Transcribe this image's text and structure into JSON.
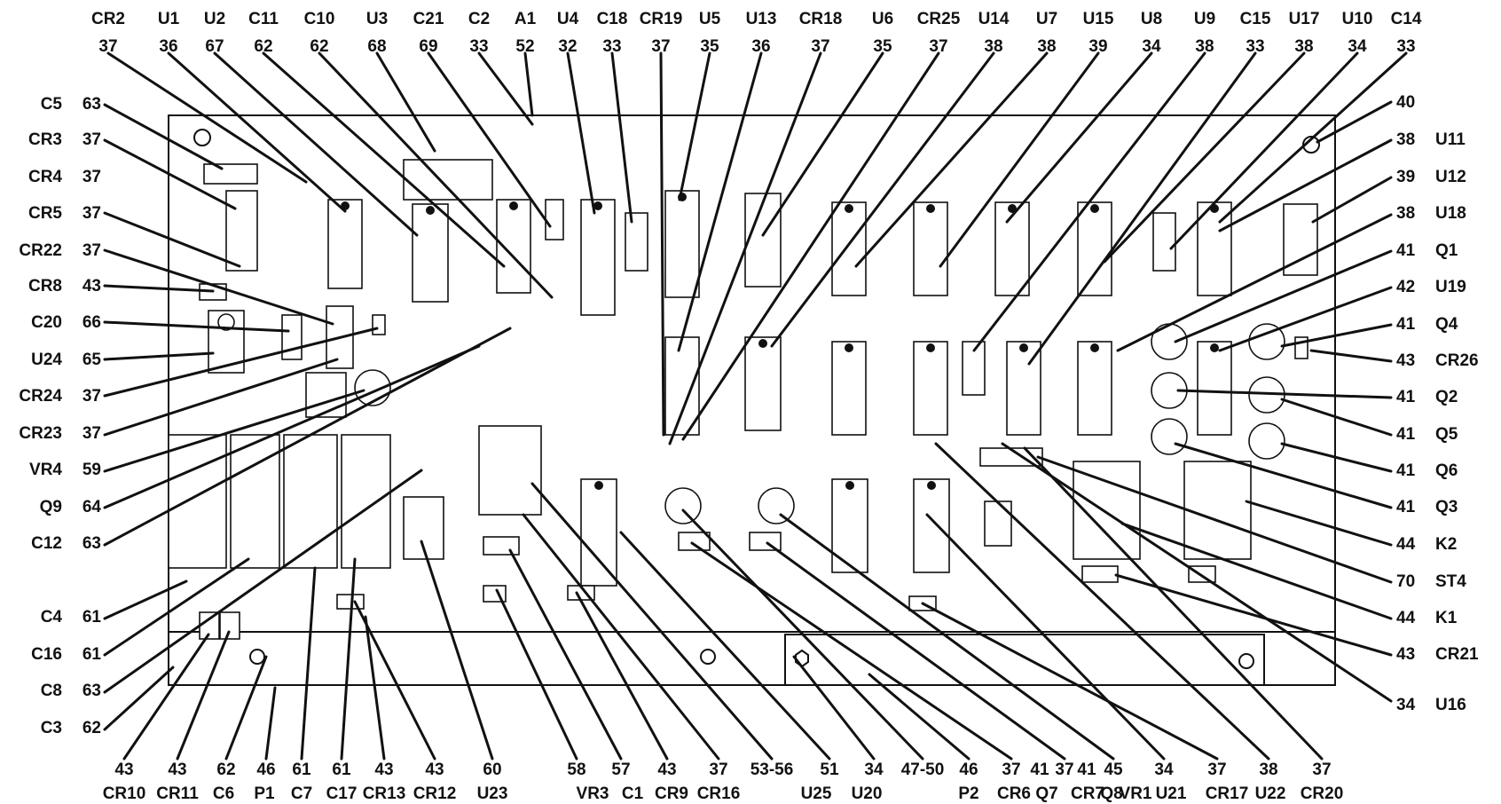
{
  "top_row": [
    {
      "name": "CR2",
      "num": "37"
    },
    {
      "name": "U1",
      "num": "36"
    },
    {
      "name": "U2",
      "num": "67"
    },
    {
      "name": "C11",
      "num": "62"
    },
    {
      "name": "C10",
      "num": "62"
    },
    {
      "name": "U3",
      "num": "68"
    },
    {
      "name": "C21",
      "num": "69"
    },
    {
      "name": "C2",
      "num": "33"
    },
    {
      "name": "A1",
      "num": "52"
    },
    {
      "name": "U4",
      "num": "32"
    },
    {
      "name": "C18",
      "num": "33"
    },
    {
      "name": "CR19",
      "num": "37"
    },
    {
      "name": "U5",
      "num": "35"
    },
    {
      "name": "U13",
      "num": "36"
    },
    {
      "name": "CR18",
      "num": "37"
    },
    {
      "name": "U6",
      "num": "35"
    },
    {
      "name": "CR25",
      "num": "37"
    },
    {
      "name": "U14",
      "num": "38"
    },
    {
      "name": "U7",
      "num": "38"
    },
    {
      "name": "U15",
      "num": "39"
    },
    {
      "name": "U8",
      "num": "34"
    },
    {
      "name": "U9",
      "num": "38"
    },
    {
      "name": "C15",
      "num": "33"
    },
    {
      "name": "U17",
      "num": "38"
    },
    {
      "name": "U10",
      "num": "34"
    },
    {
      "name": "C14",
      "num": "33"
    }
  ],
  "left_col": [
    {
      "name": "C5",
      "num": "63"
    },
    {
      "name": "CR3",
      "num": "37"
    },
    {
      "name": "CR4",
      "num": "37"
    },
    {
      "name": "CR5",
      "num": "37"
    },
    {
      "name": "CR22",
      "num": "37"
    },
    {
      "name": "CR8",
      "num": "43"
    },
    {
      "name": "C20",
      "num": "66"
    },
    {
      "name": "U24",
      "num": "65"
    },
    {
      "name": "CR24",
      "num": "37"
    },
    {
      "name": "CR23",
      "num": "37"
    },
    {
      "name": "VR4",
      "num": "59"
    },
    {
      "name": "Q9",
      "num": "64"
    },
    {
      "name": "C12",
      "num": "63"
    },
    {
      "name": "C4",
      "num": "61"
    },
    {
      "name": "C16",
      "num": "61"
    },
    {
      "name": "C8",
      "num": "63"
    },
    {
      "name": "C3",
      "num": "62"
    }
  ],
  "right_col": [
    {
      "num": "40",
      "name": ""
    },
    {
      "num": "38",
      "name": "U11"
    },
    {
      "num": "39",
      "name": "U12"
    },
    {
      "num": "38",
      "name": "U18"
    },
    {
      "num": "41",
      "name": "Q1"
    },
    {
      "num": "42",
      "name": "U19"
    },
    {
      "num": "41",
      "name": "Q4"
    },
    {
      "num": "43",
      "name": "CR26"
    },
    {
      "num": "41",
      "name": "Q2"
    },
    {
      "num": "41",
      "name": "Q5"
    },
    {
      "num": "41",
      "name": "Q6"
    },
    {
      "num": "41",
      "name": "Q3"
    },
    {
      "num": "44",
      "name": "K2"
    },
    {
      "num": "70",
      "name": "ST4"
    },
    {
      "num": "44",
      "name": "K1"
    },
    {
      "num": "43",
      "name": "CR21"
    },
    {
      "num": "34",
      "name": "U16"
    }
  ],
  "bottom_row": [
    {
      "num": "43",
      "name": "CR10"
    },
    {
      "num": "43",
      "name": "CR11"
    },
    {
      "num": "62",
      "name": "C6"
    },
    {
      "num": "46",
      "name": "P1"
    },
    {
      "num": "61",
      "name": "C7"
    },
    {
      "num": "61",
      "name": "C17"
    },
    {
      "num": "43",
      "name": "CR13"
    },
    {
      "num": "43",
      "name": "CR12"
    },
    {
      "num": "60",
      "name": "U23"
    },
    {
      "num": "58",
      "name": "VR3"
    },
    {
      "num": "57",
      "name": "C1"
    },
    {
      "num": "43",
      "name": "CR9"
    },
    {
      "num": "37",
      "name": "CR16"
    },
    {
      "num": "53-56",
      "name": ""
    },
    {
      "num": "51",
      "name": "U25"
    },
    {
      "num": "34",
      "name": "U20"
    },
    {
      "num": "47-50",
      "name": ""
    },
    {
      "num": "46",
      "name": "P2"
    },
    {
      "num": "37",
      "name": "CR6"
    },
    {
      "num": "41",
      "name": "Q7"
    },
    {
      "num": "37",
      "name": "CR7"
    },
    {
      "num": "41",
      "name": "Q8"
    },
    {
      "num": "45",
      "name": "VR1"
    },
    {
      "num": "34",
      "name": "U21"
    },
    {
      "num": "37",
      "name": "CR17"
    },
    {
      "num": "38",
      "name": "U22"
    },
    {
      "num": "37",
      "name": "CR20"
    }
  ]
}
